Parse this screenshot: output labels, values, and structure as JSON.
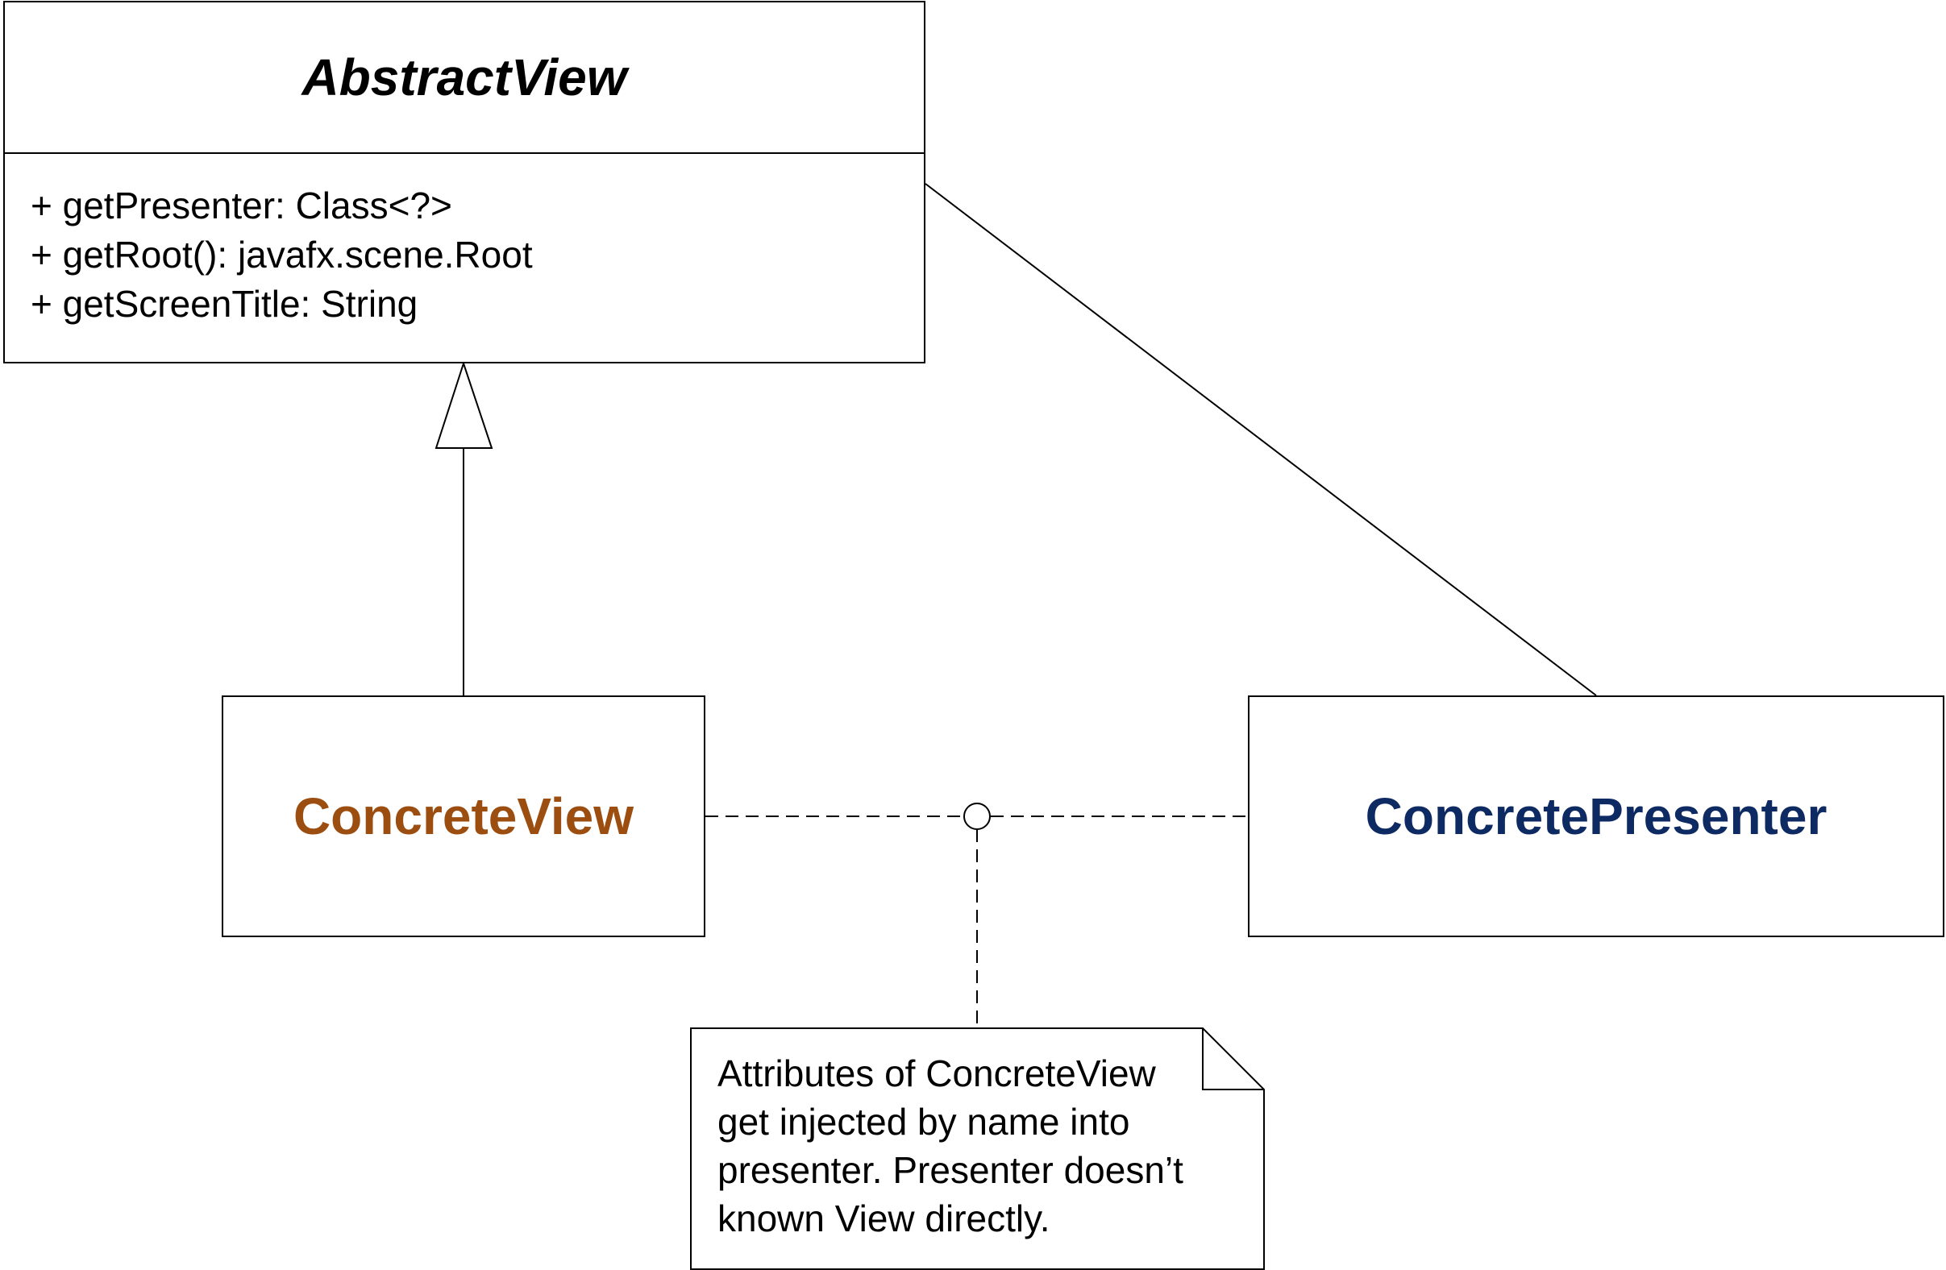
{
  "abstract_view": {
    "name": "AbstractView",
    "operations": [
      "+ getPresenter: Class<?>",
      "+ getRoot(): javafx.scene.Root",
      "+ getScreenTitle: String"
    ]
  },
  "concrete_view": {
    "name": "ConcreteView",
    "color": "#9C4D10"
  },
  "concrete_presenter": {
    "name": "ConcretePresenter",
    "color": "#0E2A63"
  },
  "note": {
    "lines": [
      "Attributes of ConcreteView",
      "get injected by name into",
      "presenter. Presenter doesn’t",
      "known View directly."
    ]
  }
}
